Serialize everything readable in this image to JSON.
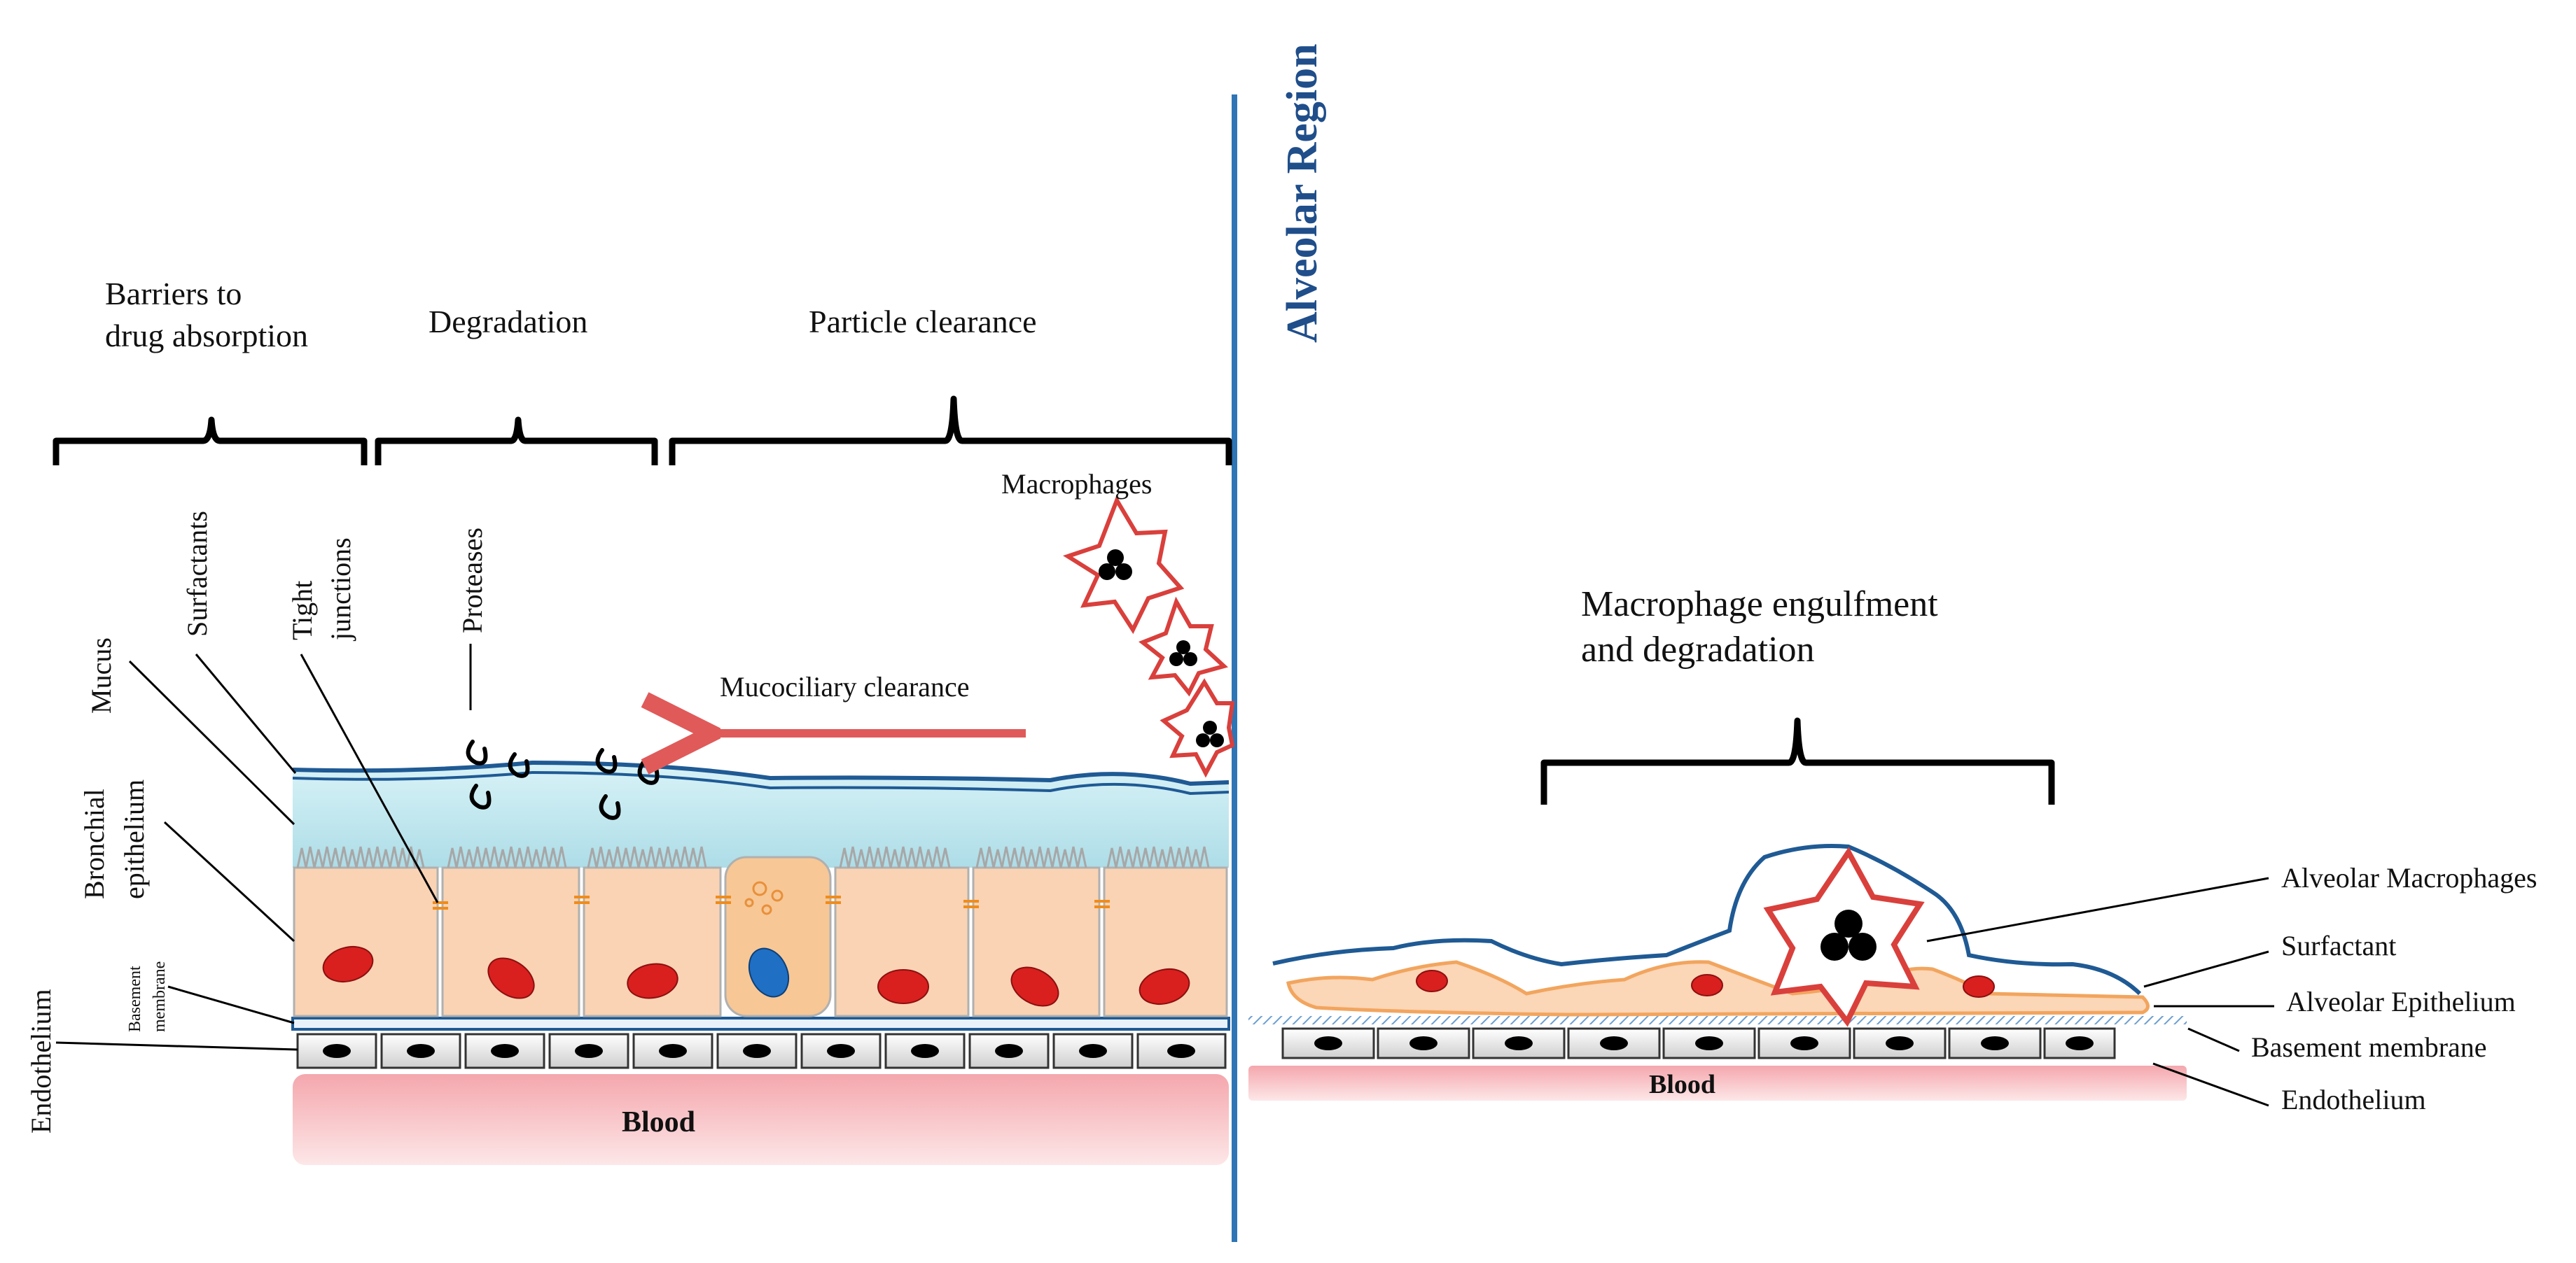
{
  "headers": {
    "barriers_line1": "Barriers to",
    "barriers_line2": "drug absorption",
    "degradation": "Degradation",
    "particle_clearance": "Particle clearance",
    "alveolar_region": "Alveolar Region",
    "engulfment_line1": "Macrophage  engulfment",
    "engulfment_line2": "and degradation"
  },
  "bronchial_labels": {
    "mucus": "Mucus",
    "surfactants": "Surfactants",
    "tight_line1": "Tight",
    "tight_line2": "junctions",
    "proteases": "Proteases",
    "bronchial_line1": "Bronchial",
    "bronchial_line2": "epithelium",
    "basement_line1": "Basement",
    "basement_line2": "membrane",
    "endothelium": "Endothelium",
    "macrophages": "Macrophages",
    "mucociliary": "Mucociliary clearance",
    "blood": "Blood"
  },
  "alveolar_labels": {
    "alveolar_macrophages": "Alveolar Macrophages",
    "surfactant": "Surfactant",
    "alveolar_epithelium": "Alveolar Epithelium",
    "basement_membrane": "Basement membrane",
    "endothelium": "Endothelium",
    "blood": "Blood"
  },
  "colors": {
    "divider": "#2e75b6",
    "mucus_fill": "#bfe6ef",
    "mucus_line": "#1f5a94",
    "cell_fill": "#f9d3b4",
    "nucleus": "#d9201f",
    "blue_nucleus": "#1f6fc4",
    "macrophage_outline": "#d9403c",
    "arrow": "#e05a5a",
    "blood": "#f6c3c6"
  },
  "icons": [
    "brace-icon",
    "macrophage-icon",
    "protease-icon",
    "arrow-icon",
    "endothelial-cell-icon"
  ]
}
